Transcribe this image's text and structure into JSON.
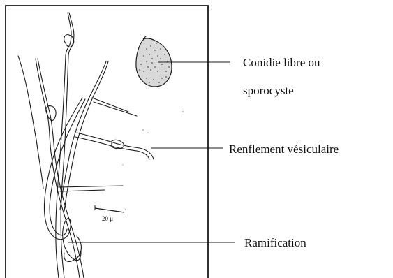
{
  "figure": {
    "scale_bar_label": "20 μ",
    "labels": {
      "conidie_line1": "Conidie libre ou",
      "conidie_line2": "sporocyste",
      "renflement": "Renflement vésiculaire",
      "ramification": "Ramification"
    },
    "colors": {
      "ink": "#1a1a1a",
      "background": "#ffffff"
    }
  }
}
